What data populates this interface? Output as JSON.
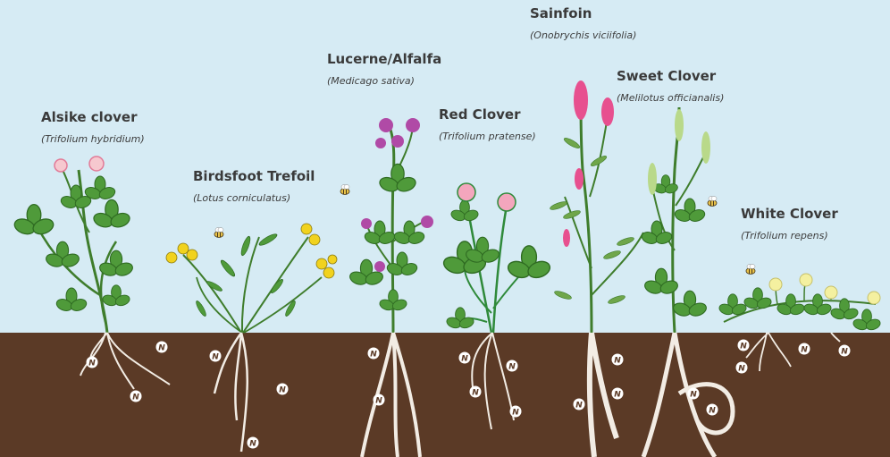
{
  "plants": [
    {
      "id": "alsike",
      "common": "Alsike clover",
      "latin": "(Trifolium hybridium)"
    },
    {
      "id": "birdsfoot",
      "common": "Birdsfoot Trefoil",
      "latin": "(Lotus corniculatus)"
    },
    {
      "id": "lucerne",
      "common": "Lucerne/Alfalfa",
      "latin": "(Medicago sativa)"
    },
    {
      "id": "red",
      "common": "Red Clover",
      "latin": "(Trifolium pratense)"
    },
    {
      "id": "sainfoin",
      "common": "Sainfoin",
      "latin": "(Onobrychis viciifolia)"
    },
    {
      "id": "sweet",
      "common": "Sweet Clover",
      "latin": "(Melilotus officianalis)"
    },
    {
      "id": "white",
      "common": "White Clover",
      "latin": "(Trifolium repens)"
    }
  ],
  "nodule_symbol": "N",
  "colors": {
    "sky": "#d6ebf4",
    "soil": "#5b3a26",
    "stem": "#3f7d2c",
    "leaf": "#4f9a3a",
    "pink": "#e7508f",
    "purple": "#b04aa6",
    "yellow": "#f1d21e",
    "pale_yellow": "#f4f0a0",
    "root": "#f2ece4"
  },
  "icons": [
    "bee-icon",
    "nitrogen-nodule-icon"
  ]
}
